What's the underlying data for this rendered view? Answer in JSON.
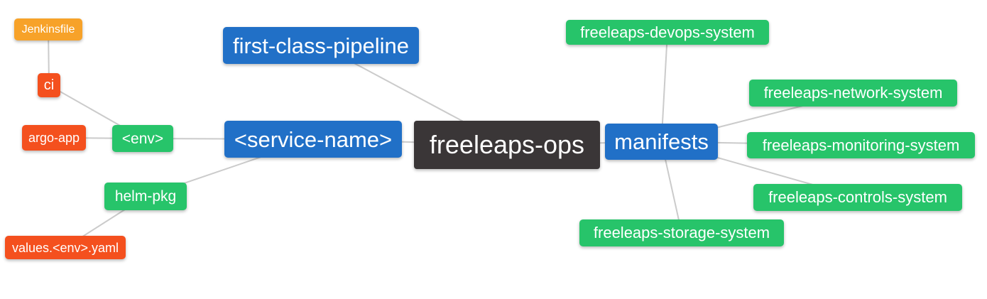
{
  "palette": {
    "primary_blue": "#2170C7",
    "branch_green": "#27C46A",
    "leaf_orange": "#F7A229",
    "leaf_red": "#F4501E",
    "root_dark": "#3A3637",
    "edge_color": "#CBCBCB",
    "node_text": "#FFFFFF",
    "background": "#FFFFFF"
  },
  "nodes": {
    "freeleaps_ops": {
      "label": "freeleaps-ops",
      "color": "#3A3637"
    },
    "first_class_pipeline": {
      "label": "first-class-pipeline",
      "color": "#2170C7"
    },
    "service_name": {
      "label": "<service-name>",
      "color": "#2170C7"
    },
    "manifests": {
      "label": "manifests",
      "color": "#2170C7"
    },
    "env": {
      "label": "<env>",
      "color": "#27C46A"
    },
    "helm_pkg": {
      "label": "helm-pkg",
      "color": "#27C46A"
    },
    "ci": {
      "label": "ci",
      "color": "#F4501E"
    },
    "jenkinsfile": {
      "label": "Jenkinsfile",
      "color": "#F7A229"
    },
    "argo_app": {
      "label": "argo-app",
      "color": "#F4501E"
    },
    "values_env_yaml": {
      "label": "values.<env>.yaml",
      "color": "#F4501E"
    },
    "freeleaps_devops_system": {
      "label": "freeleaps-devops-system",
      "color": "#27C46A"
    },
    "freeleaps_network_system": {
      "label": "freeleaps-network-system",
      "color": "#27C46A"
    },
    "freeleaps_monitoring_system": {
      "label": "freeleaps-monitoring-system",
      "color": "#27C46A"
    },
    "freeleaps_controls_system": {
      "label": "freeleaps-controls-system",
      "color": "#27C46A"
    },
    "freeleaps_storage_system": {
      "label": "freeleaps-storage-system",
      "color": "#27C46A"
    }
  },
  "edges": [
    {
      "from": "jenkinsfile",
      "to": "ci"
    },
    {
      "from": "ci",
      "to": "env"
    },
    {
      "from": "argo_app",
      "to": "env"
    },
    {
      "from": "env",
      "to": "service_name"
    },
    {
      "from": "helm_pkg",
      "to": "service_name"
    },
    {
      "from": "helm_pkg",
      "to": "values_env_yaml"
    },
    {
      "from": "first_class_pipeline",
      "to": "freeleaps_ops"
    },
    {
      "from": "service_name",
      "to": "freeleaps_ops"
    },
    {
      "from": "freeleaps_ops",
      "to": "manifests"
    },
    {
      "from": "manifests",
      "to": "freeleaps_devops_system"
    },
    {
      "from": "manifests",
      "to": "freeleaps_network_system"
    },
    {
      "from": "manifests",
      "to": "freeleaps_monitoring_system"
    },
    {
      "from": "manifests",
      "to": "freeleaps_controls_system"
    },
    {
      "from": "manifests",
      "to": "freeleaps_storage_system"
    }
  ]
}
